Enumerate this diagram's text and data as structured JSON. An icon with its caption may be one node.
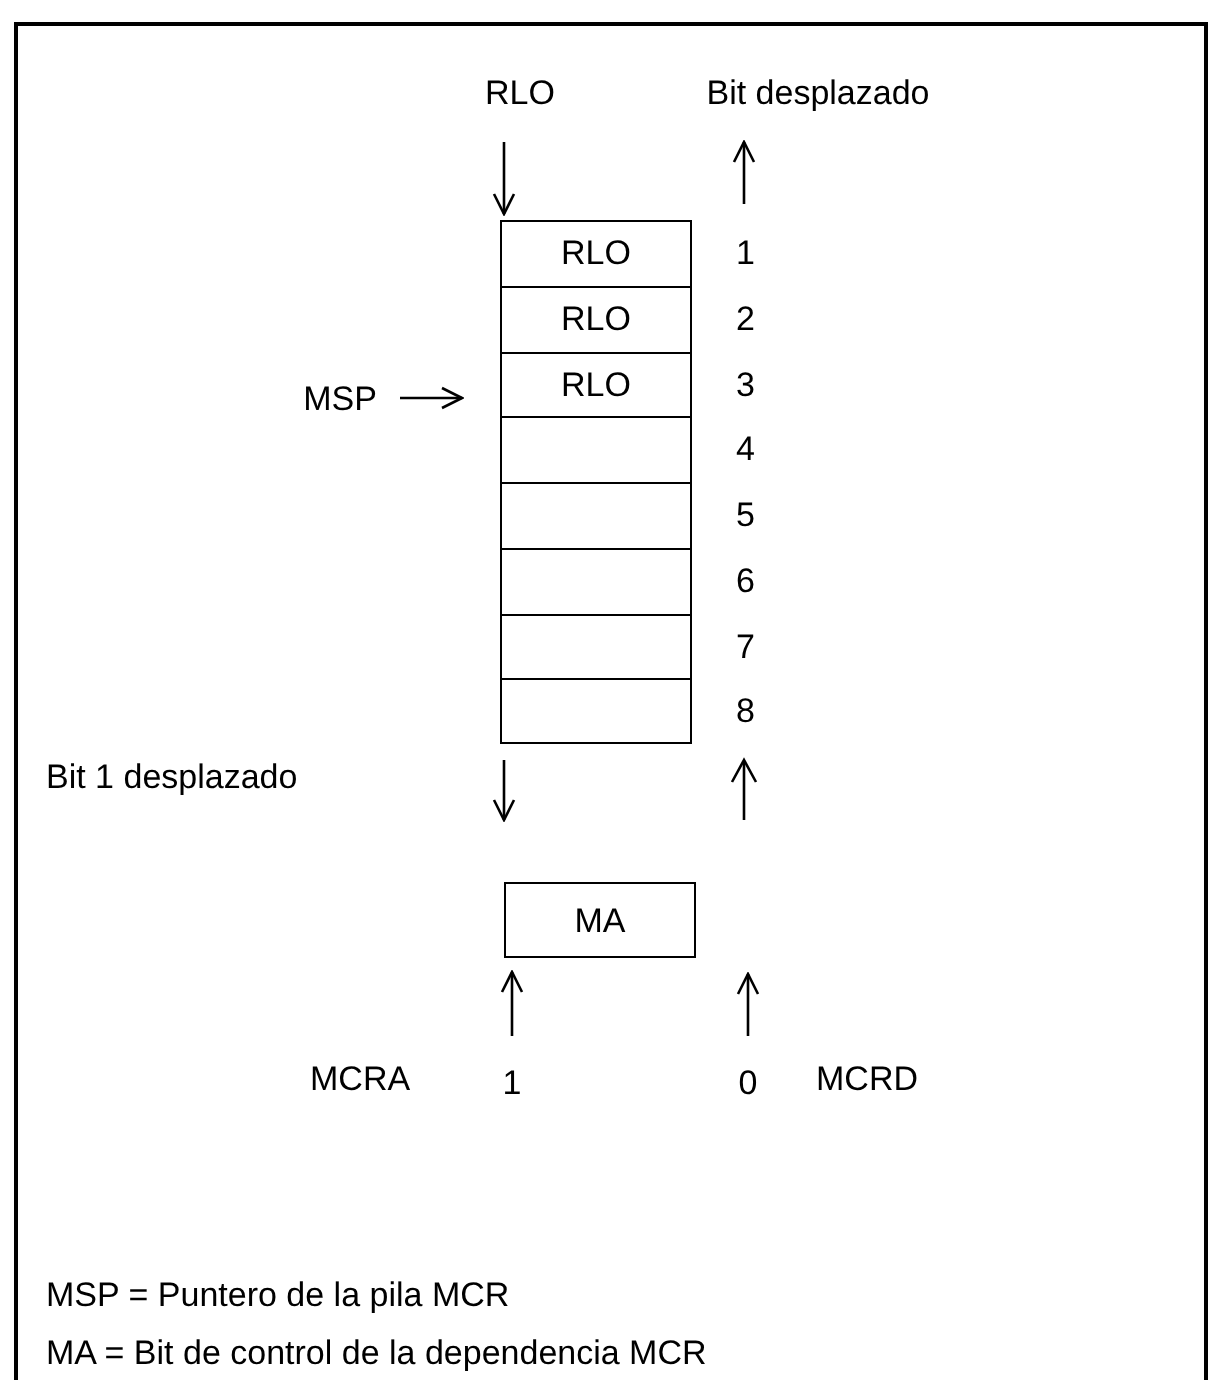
{
  "diagram": {
    "nodes": [
      {
        "text": [
          "RLO"
        ]
      },
      {
        "text": [
          "Bit desplazado"
        ]
      },
      {
        "text": [],
        "shape": "box"
      },
      {
        "text": [
          "RLO"
        ],
        "in": 2,
        "beside": [
          "1"
        ]
      },
      {
        "text": [
          "RLO"
        ],
        "in": 2,
        "beside": [
          "2"
        ]
      },
      {
        "text": [
          "RLO"
        ],
        "in": 2,
        "beside": [
          "3"
        ]
      },
      {
        "text": [],
        "shape": "box",
        "in": 2,
        "beside": [
          "4"
        ]
      },
      {
        "text": [],
        "shape": "box",
        "in": 2,
        "beside": [
          "5"
        ]
      },
      {
        "text": [],
        "shape": "box",
        "in": 2,
        "beside": [
          "6"
        ]
      },
      {
        "text": [],
        "shape": "box",
        "in": 2,
        "beside": [
          "7"
        ]
      },
      {
        "text": [],
        "shape": "box",
        "in": 2,
        "beside": [
          "8"
        ]
      },
      {
        "text": [
          "MSP"
        ]
      },
      {
        "text": [
          "MA"
        ]
      },
      {
        "text": [
          "1"
        ]
      },
      {
        "text": [
          "0"
        ]
      }
    ],
    "edges": [
      {
        "from": 0,
        "to": 3,
        "arrow": "to"
      },
      {
        "from": null,
        "to": 1,
        "arrow": "to"
      },
      {
        "from": 11,
        "to": 5,
        "arrow": "to"
      },
      {
        "from": 2,
        "to": null,
        "arrow": "to"
      },
      {
        "from": 13,
        "to": 12,
        "arrow": "to"
      },
      {
        "from": 14,
        "to": null,
        "arrow": "to"
      }
    ],
    "labels": [
      "Bit 1 desplazado",
      "MCRA",
      "MCRD",
      "MSP = Puntero de la pila MCR",
      "MA = Bit de control de la dependencia MCR"
    ]
  }
}
